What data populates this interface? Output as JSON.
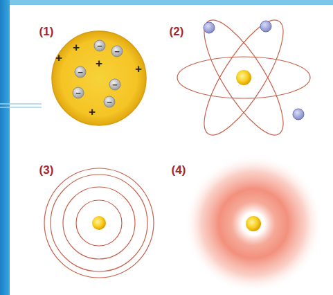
{
  "diagram": {
    "labels": [
      "(1)",
      "+",
      "+",
      "+",
      "+",
      "+",
      "−",
      "−",
      "−",
      "−",
      "−",
      "−",
      "(2)",
      "(3)",
      "(4)"
    ]
  }
}
